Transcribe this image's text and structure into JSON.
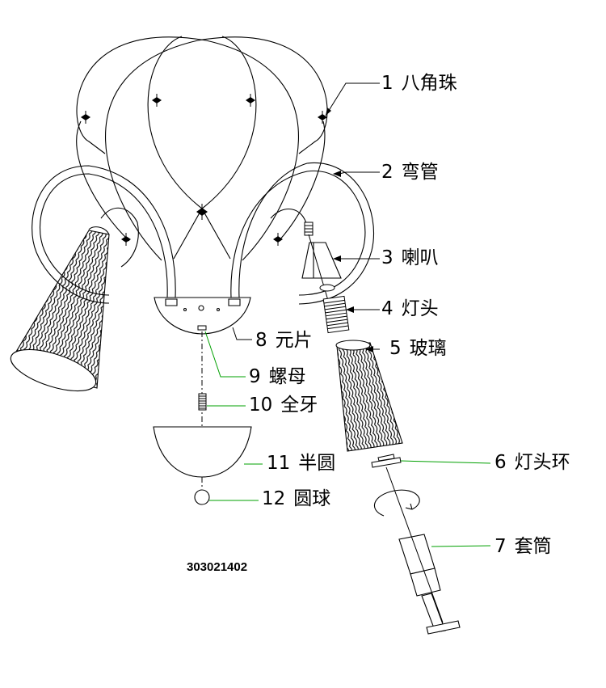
{
  "diagram": {
    "model_code": "303021402",
    "parts": [
      {
        "num": "1",
        "name": "八角珠"
      },
      {
        "num": "2",
        "name": "弯管"
      },
      {
        "num": "3",
        "name": "喇叭"
      },
      {
        "num": "4",
        "name": "灯头"
      },
      {
        "num": "5",
        "name": "玻璃"
      },
      {
        "num": "6",
        "name": "灯头环"
      },
      {
        "num": "7",
        "name": "套筒"
      },
      {
        "num": "8",
        "name": "元片"
      },
      {
        "num": "9",
        "name": "螺母"
      },
      {
        "num": "10",
        "name": "全牙"
      },
      {
        "num": "11",
        "name": "半圆"
      },
      {
        "num": "12",
        "name": "圆球"
      }
    ],
    "colors": {
      "line": "#000000",
      "leader_green": "#00a000"
    }
  }
}
